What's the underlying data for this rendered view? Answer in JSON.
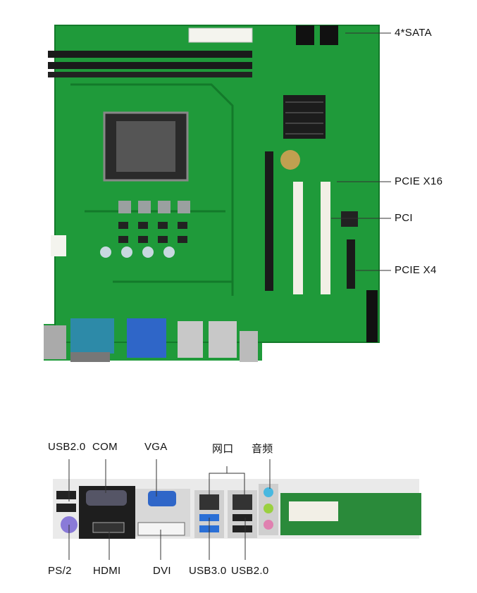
{
  "board_callouts": {
    "sata": "4*SATA",
    "pcie_x16": "PCIE X16",
    "pci": "PCI",
    "pcie_x4": "PCIE X4"
  },
  "io_top_labels": {
    "usb20": "USB2.0",
    "com": "COM",
    "vga": "VGA",
    "lan": "网口",
    "audio": "音频"
  },
  "io_bottom_labels": {
    "ps2": "PS/2",
    "hdmi": "HDMI",
    "dvi": "DVI",
    "usb30": "USB3.0",
    "usb20": "USB2.0"
  },
  "colors": {
    "pcb": "#1f9a3a",
    "pcb_dark": "#137a2a",
    "slot_white": "#f2efe6",
    "slot_black": "#1a1a1a",
    "com_blue": "#2d8aa8",
    "vga_blue": "#2f66c8",
    "usb3_blue": "#2a6fd6"
  }
}
